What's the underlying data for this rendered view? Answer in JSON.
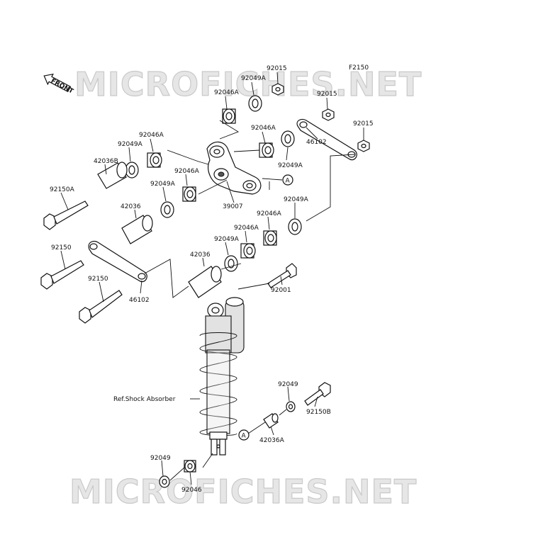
{
  "watermark": {
    "text": "MICROFICHES.NET"
  },
  "figure_code": "F2150",
  "front_arrow_text": "FRONT",
  "connector_letter": "A",
  "labels": {
    "p92015_a": "92015",
    "p92049A_a": "92049A",
    "p92046A_a": "92046A",
    "p92015_b": "92015",
    "p92015_c": "92015",
    "p92046A_b": "92046A",
    "p92049A_b": "92049A",
    "p46102_a": "46102",
    "p92046A_c": "92046A",
    "p92049A_c": "92049A",
    "p42036B": "42036B",
    "p92046A_d": "92046A",
    "p92049A_d": "92049A",
    "p39007": "39007",
    "p92150A": "92150A",
    "p42036_a": "42036",
    "p92049A_e": "92049A",
    "p92046A_e": "92046A",
    "p92046A_f": "92046A",
    "p92049A_f": "92049A",
    "p92150_a": "92150",
    "p42036_b": "42036",
    "p92150_b": "92150",
    "p46102_b": "46102",
    "p92001": "92001",
    "ref_shock": "Ref.Shock Absorber",
    "p92049_a": "92049",
    "p92150B": "92150B",
    "p42036A": "42036A",
    "p92049_b": "92049",
    "p92046": "92046"
  }
}
